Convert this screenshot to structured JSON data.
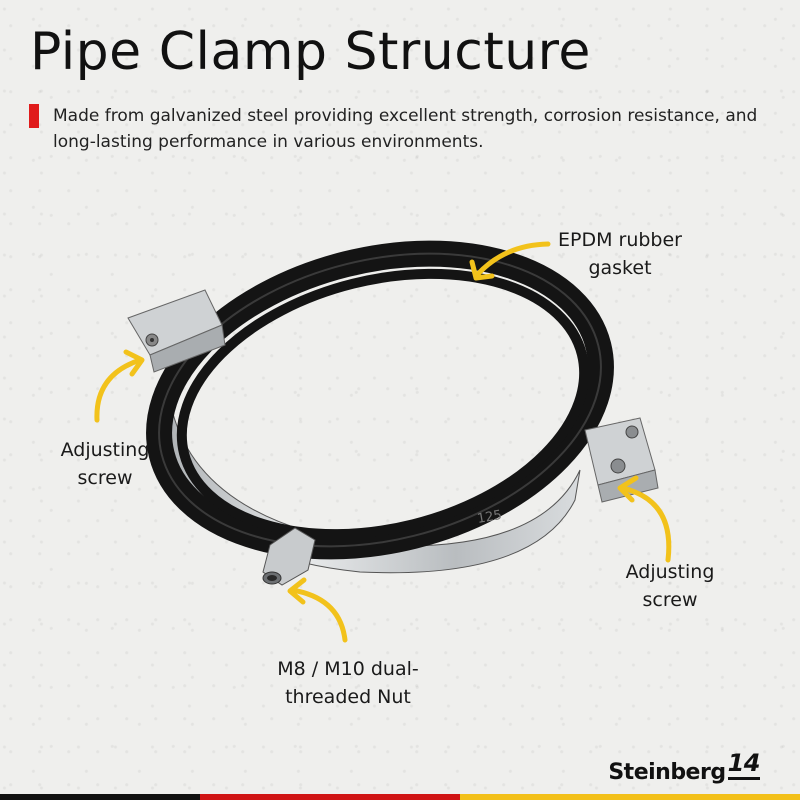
{
  "header": {
    "title": "Pipe Clamp Structure",
    "description": "Made from galvanized steel providing excellent strength, corrosion resistance, and long-lasting performance in various environments.",
    "accent_color": "#e01b1b"
  },
  "callouts": {
    "gasket": "EPDM rubber\ngasket",
    "adjusting_left": "Adjusting\nscrew",
    "adjusting_right": "Adjusting\nscrew",
    "nut": "M8 / M10 dual-\nthreaded Nut",
    "arrow_color": "#f2c21b"
  },
  "product": {
    "size_marking": "125"
  },
  "brand": {
    "name": "Steinberg",
    "mark": "14"
  },
  "colors": {
    "background": "#efefed",
    "rubber": "#141414",
    "steel": "#c9ccce",
    "strip_black": "#111111",
    "strip_red": "#d01414",
    "strip_yellow": "#f3c019"
  }
}
